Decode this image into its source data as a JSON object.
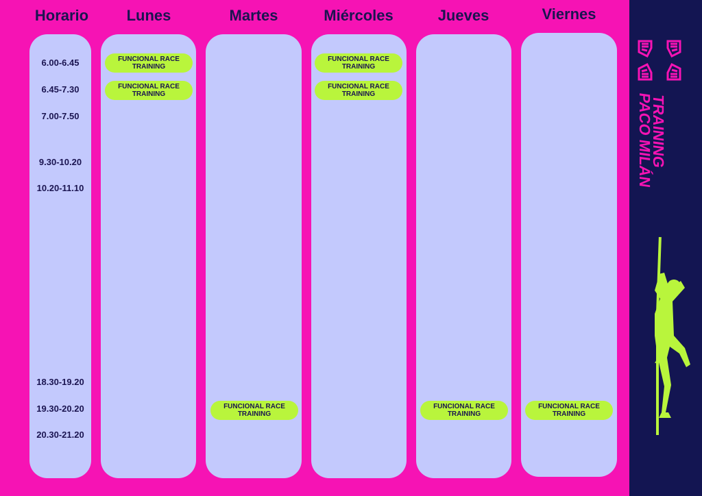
{
  "headers": {
    "horario": "Horario",
    "lunes": "Lunes",
    "martes": "Martes",
    "miercoles": "Miércoles",
    "jueves": "Jueves",
    "viernes": "Viernes"
  },
  "times": [
    "6.00-6.45",
    "6.45-7.30",
    "7.00-7.50",
    "9.30-10.20",
    "10.20-11.10",
    "18.30-19.20",
    "19.30-20.20",
    "20.30-21.20"
  ],
  "sessions": {
    "lunes_1": "FUNCIONAL RACE\nTRAINING",
    "lunes_2": "FUNCIONAL RACE\nTRAINING",
    "miercoles_1": "FUNCIONAL RACE\nTRAINING",
    "miercoles_2": "FUNCIONAL RACE\nTRAINING",
    "martes_1": "FUNCIONAL RACE\nTRAINING",
    "jueves_1": "FUNCIONAL RACE\nTRAINING",
    "viernes_1": "FUNCIONAL RACE\nTRAINING"
  },
  "brand": {
    "line1": "TRAINING",
    "line2": "PACO MILÁN"
  },
  "colors": {
    "background": "#f613b4",
    "column": "#c3c9fd",
    "pill": "#b9f53c",
    "text": "#1a1450",
    "sidebar": "#131552"
  }
}
